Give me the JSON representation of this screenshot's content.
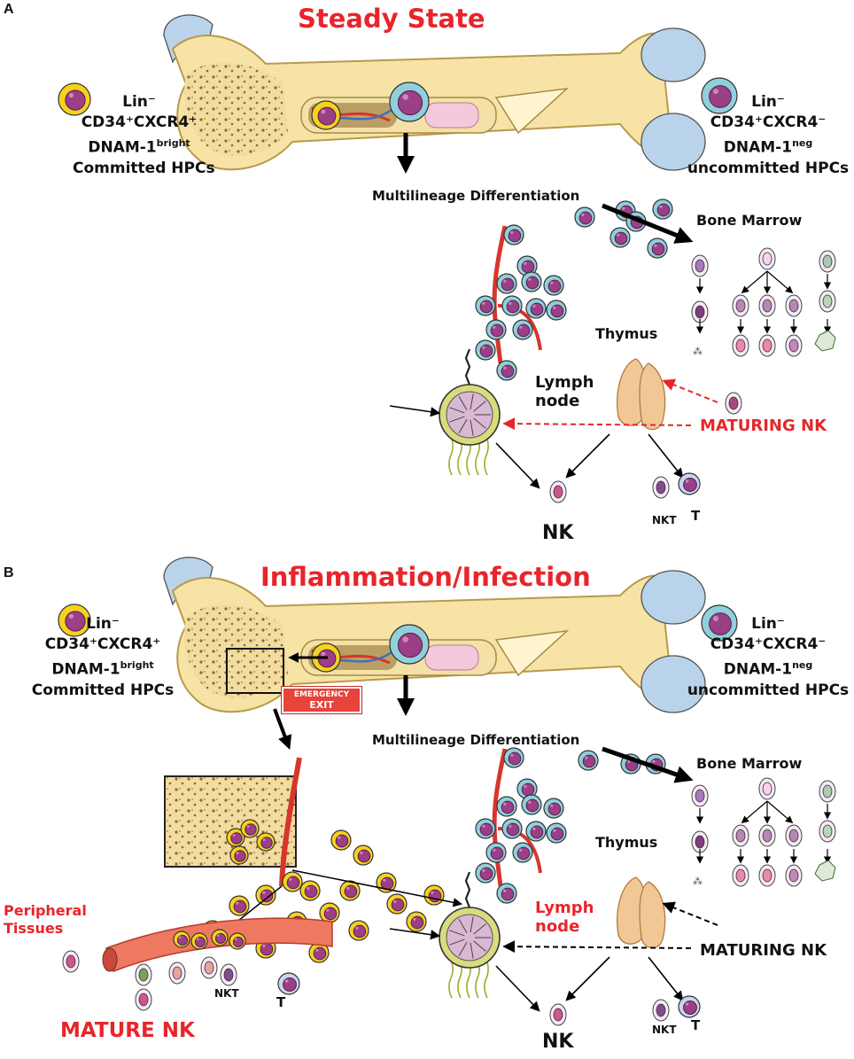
{
  "panel_a": {
    "letter": "A",
    "title": "Steady State",
    "committed_hpc": {
      "line1": "Lin⁻",
      "line2": "CD34⁺CXCR4⁺",
      "line3_base": "DNAM-1",
      "line3_sup": "bright",
      "line4": "Committed HPCs"
    },
    "uncommitted_hpc": {
      "line1": "Lin⁻",
      "line2": "CD34⁺CXCR4⁻",
      "line3_base": "DNAM-1",
      "line3_sup": "neg",
      "line4": "uncommitted HPCs"
    },
    "multilineage": "Multilineage Differentiation",
    "bone_marrow": "Bone Marrow",
    "thymus": "Thymus",
    "lymph_node": [
      "Lymph",
      "node"
    ],
    "maturing_nk": "MATURING NK",
    "nk": "NK",
    "nkt": "NKT",
    "t": "T"
  },
  "panel_b": {
    "letter": "B",
    "title": "Inflammation/Infection",
    "committed_hpc": {
      "line1": "Lin⁻",
      "line2": "CD34⁺CXCR4⁺",
      "line3_base": "DNAM-1",
      "line3_sup": "bright",
      "line4": "Committed HPCs"
    },
    "uncommitted_hpc": {
      "line1": "Lin⁻",
      "line2": "CD34⁺CXCR4⁻",
      "line3_base": "DNAM-1",
      "line3_sup": "neg",
      "line4": "uncommitted HPCs"
    },
    "emergency_exit": [
      "EMERGENCY",
      "EXIT"
    ],
    "multilineage": "Multilineage Differentiation",
    "bone_marrow": "Bone Marrow",
    "thymus": "Thymus",
    "lymph_node": [
      "Lymph",
      "node"
    ],
    "maturing_nk": "MATURING NK",
    "peripheral": [
      "Peripheral",
      "Tissues"
    ],
    "mature_nk": "MATURE NK",
    "nk": "NK",
    "nkt": "NKT",
    "t": "T",
    "nkt2": "NKT",
    "t2": "T"
  },
  "colors": {
    "title_red": "#e8252b",
    "bone": "#f7e3a6",
    "bone_outline": "#b89a4a",
    "cartilage": "#b9d4ea",
    "cell_purple": "#9b3f86",
    "committed_ring": "#f5d21e",
    "uncommitted_ring": "#8fd0da",
    "vessel_red": "#d8352c"
  }
}
